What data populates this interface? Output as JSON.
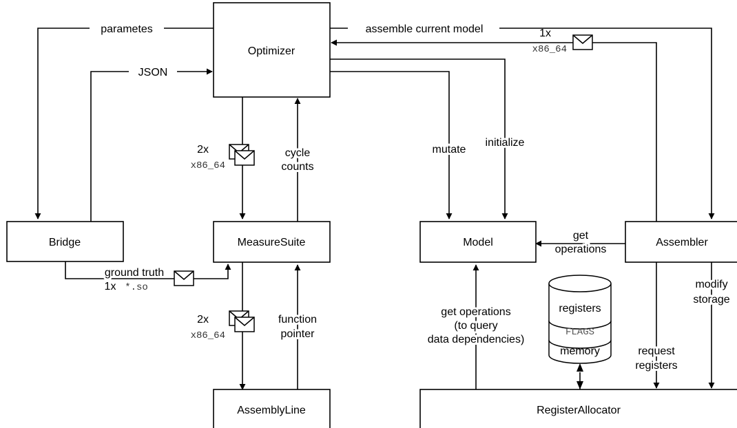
{
  "nodes": {
    "optimizer": "Optimizer",
    "bridge": "Bridge",
    "measuresuite": "MeasureSuite",
    "assemblyline": "AssemblyLine",
    "model": "Model",
    "assembler": "Assembler",
    "registerallocator": "RegisterAllocator"
  },
  "edges": {
    "parametes": "parametes",
    "json": "JSON",
    "assemble_current_model": "assemble current model",
    "cycle_counts_1": "cycle",
    "cycle_counts_2": "counts",
    "mutate": "mutate",
    "initialize": "initialize",
    "get_operations_1": "get",
    "get_operations_2": "operations",
    "ground_truth": "ground truth",
    "function_pointer_1": "function",
    "function_pointer_2": "pointer",
    "query_1": "get operations",
    "query_2": "(to query",
    "query_3": "data dependencies)",
    "request_registers_1": "request",
    "request_registers_2": "registers",
    "modify_storage_1": "modify",
    "modify_storage_2": "storage"
  },
  "messages": {
    "top_count": "1x",
    "top_type": "x86_64",
    "opt_ms_count": "2x",
    "opt_ms_type": "x86_64",
    "ms_al_count": "2x",
    "ms_al_type": "x86_64",
    "ground_count": "1x",
    "ground_type": "*.so"
  },
  "storage": {
    "registers": "registers",
    "flags": "FLAGS",
    "memory": "memory"
  }
}
